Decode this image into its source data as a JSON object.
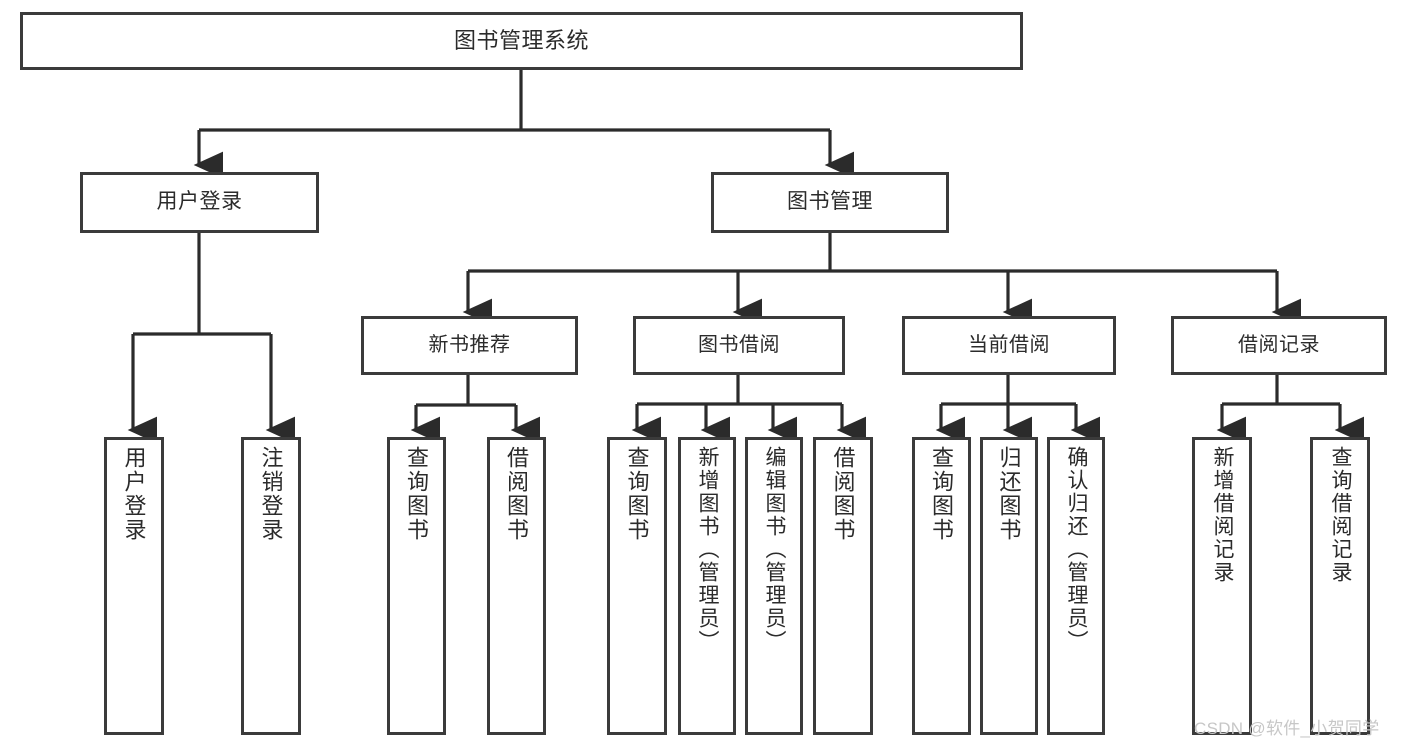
{
  "diagram": {
    "type": "tree-hierarchy",
    "title": "图书管理系统",
    "orientation": "top-down",
    "colors": {
      "box_border": "#3b3b3b",
      "box_fill": "#ffffff",
      "edge": "#2b2b2b",
      "text": "#2b2b2b",
      "watermark": "#c7c7c7",
      "background": "#ffffff"
    },
    "nodes": {
      "root": {
        "label": "图书管理系统"
      },
      "level2": [
        {
          "id": "user-login",
          "label": "用户登录"
        },
        {
          "id": "book-manage",
          "label": "图书管理"
        }
      ],
      "level3": [
        {
          "id": "new-book-recommend",
          "label": "新书推荐"
        },
        {
          "id": "book-borrow",
          "label": "图书借阅"
        },
        {
          "id": "current-borrow",
          "label": "当前借阅"
        },
        {
          "id": "borrow-record",
          "label": "借阅记录"
        }
      ],
      "leaves": [
        {
          "id": "leaf-user-login",
          "label": "用户登录",
          "parent": "user-login"
        },
        {
          "id": "leaf-user-logout",
          "label": "注销登录",
          "parent": "user-login"
        },
        {
          "id": "leaf-query-book-1",
          "label": "查询图书",
          "parent": "new-book-recommend"
        },
        {
          "id": "leaf-borrow-book-1",
          "label": "借阅图书",
          "parent": "new-book-recommend"
        },
        {
          "id": "leaf-query-book-2",
          "label": "查询图书",
          "parent": "book-borrow"
        },
        {
          "id": "leaf-add-book",
          "label": "新增图书（管理员）",
          "parent": "book-borrow"
        },
        {
          "id": "leaf-edit-book",
          "label": "编辑图书（管理员）",
          "parent": "book-borrow"
        },
        {
          "id": "leaf-borrow-book-2",
          "label": "借阅图书",
          "parent": "book-borrow"
        },
        {
          "id": "leaf-query-book-3",
          "label": "查询图书",
          "parent": "current-borrow"
        },
        {
          "id": "leaf-return-book",
          "label": "归还图书",
          "parent": "current-borrow"
        },
        {
          "id": "leaf-confirm-return",
          "label": "确认归还（管理员）",
          "parent": "current-borrow"
        },
        {
          "id": "leaf-add-record",
          "label": "新增借阅记录",
          "parent": "borrow-record"
        },
        {
          "id": "leaf-query-record",
          "label": "查询借阅记录",
          "parent": "borrow-record"
        }
      ]
    },
    "watermark": "CSDN @软件_小贺同学"
  }
}
